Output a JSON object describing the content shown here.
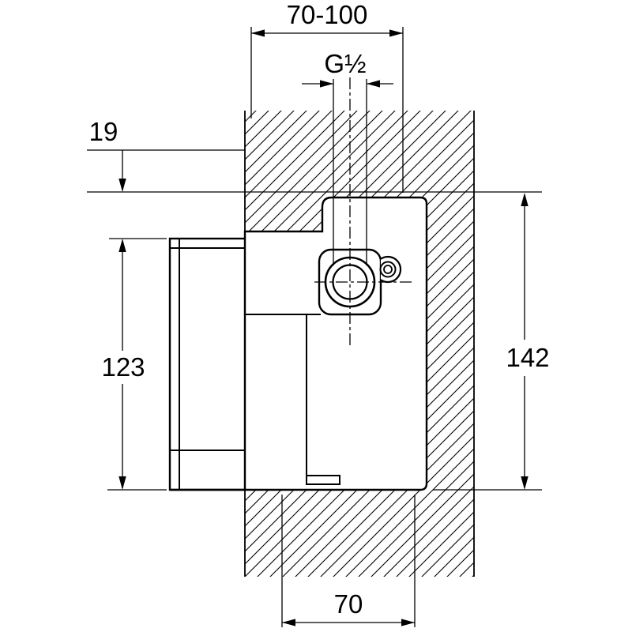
{
  "colors": {
    "line": "#000000",
    "background": "#ffffff"
  },
  "drawing": {
    "labels": {
      "depth_range": "70-100",
      "thread_size": "G½",
      "offset_top": "19",
      "height_box": "123",
      "height_total": "142",
      "depth_bottom": "70"
    }
  }
}
